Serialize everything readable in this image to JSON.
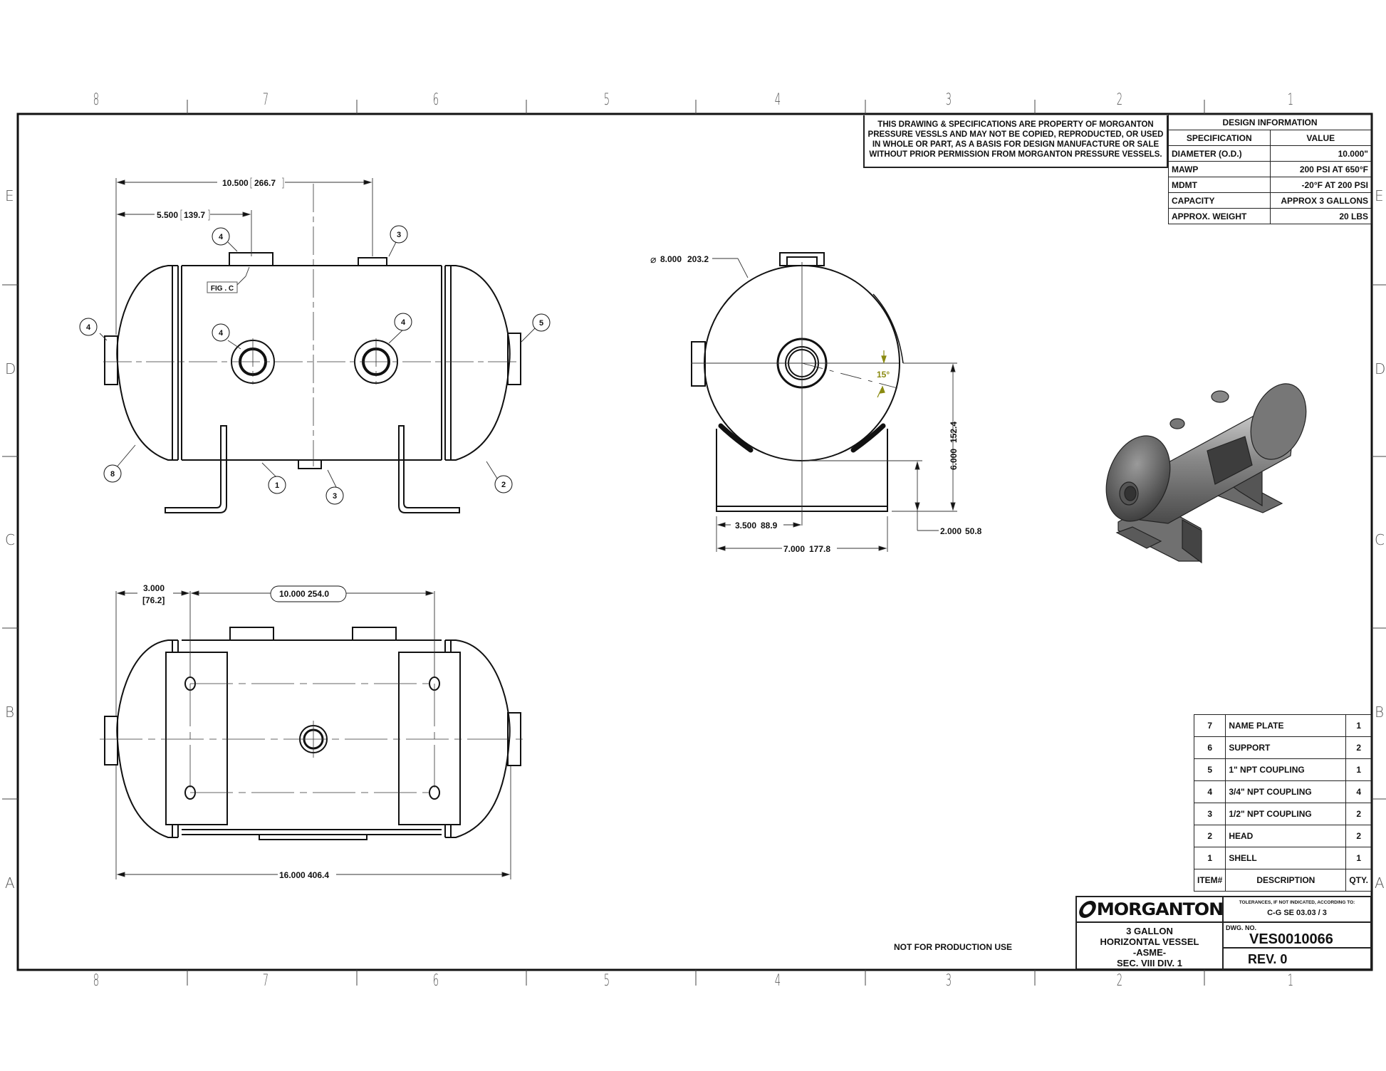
{
  "sheet": {
    "zones_top": [
      "8",
      "7",
      "6",
      "5",
      "4",
      "3",
      "2",
      "1"
    ],
    "zones_bottom": [
      "8",
      "7",
      "6",
      "5",
      "4",
      "3",
      "2",
      "1"
    ],
    "zones_left": [
      "E",
      "D",
      "C",
      "B",
      "A"
    ],
    "zones_right": [
      "E",
      "D",
      "C",
      "B",
      "A"
    ]
  },
  "notice": {
    "text": "THIS DRAWING & SPECIFICATIONS ARE PROPERTY OF MORGANTON PRESSURE VESSLS AND MAY NOT BE COPIED, REPRODUCTED,  OR USED IN WHOLE OR PART, AS A BASIS FOR DESIGN MANUFACTURE OR SALE WITHOUT PRIOR PERMISSION FROM MORGANTON PRESSURE VESSELS."
  },
  "design_info": {
    "title": "DESIGN INFORMATION",
    "headers": [
      "SPECIFICATION",
      "VALUE"
    ],
    "rows": [
      {
        "spec": "DIAMETER (O.D.)",
        "value": "10.000\""
      },
      {
        "spec": "MAWP",
        "value": "200 PSI AT 650°F"
      },
      {
        "spec": "MDMT",
        "value": "-20°F AT 200 PSI"
      },
      {
        "spec": "CAPACITY",
        "value": "APPROX 3 GALLONS"
      },
      {
        "spec": "APPROX. WEIGHT",
        "value": "20 LBS"
      }
    ]
  },
  "bom": {
    "headers": {
      "item": "ITEM#",
      "description": "DESCRIPTION",
      "qty": "QTY."
    },
    "rows": [
      {
        "item": "7",
        "description": "NAME PLATE",
        "qty": "1"
      },
      {
        "item": "6",
        "description": "SUPPORT",
        "qty": "2"
      },
      {
        "item": "5",
        "description": "1\" NPT COUPLING",
        "qty": "1"
      },
      {
        "item": "4",
        "description": "3/4\" NPT COUPLING",
        "qty": "4"
      },
      {
        "item": "3",
        "description": "1/2\" NPT COUPLING",
        "qty": "2"
      },
      {
        "item": "2",
        "description": "HEAD",
        "qty": "2"
      },
      {
        "item": "1",
        "description": "SHELL",
        "qty": "1"
      }
    ]
  },
  "title_block": {
    "logo": "MORGANTON",
    "tolerance_note": "TOLERANCES, IF NOT INDICATED, ACCORDING TO:",
    "tolerance_std": "C-G SE 03.03 / 3",
    "title_lines": [
      "3 GALLON",
      "HORIZONTAL VESSEL",
      "-ASME-",
      "SEC. VIII DIV. 1"
    ],
    "dwg_label": "DWG. NO.",
    "dwg_no": "VES0010066",
    "rev": "REV.  0"
  },
  "footer_note": "NOT FOR PRODUCTION USE",
  "front_view": {
    "dim_overall_coupling": "10.500",
    "dim_overall_coupling_mm": "266.7",
    "dim_first_coupling": "5.500",
    "dim_first_coupling_mm": "139.7",
    "fig_label": "FIG . C",
    "balloons": [
      "4",
      "3",
      "4",
      "4",
      "4",
      "5",
      "8",
      "1",
      "3",
      "2"
    ]
  },
  "side_view": {
    "diameter": "8.000",
    "diameter_mm": "203.2",
    "angle": "15°",
    "height": "6.000",
    "height_mm": "152.4",
    "base_height": "2.000",
    "base_height_mm": "50.8",
    "half_width": "3.500",
    "half_width_mm": "88.9",
    "width": "7.000",
    "width_mm": "177.8",
    "angle_color": "#8a8a10"
  },
  "top_view": {
    "dim_support_offset": "3.000",
    "dim_support_offset_mm": "[76.2]",
    "dim_support_span": "10.000",
    "dim_support_span_mm": "254.0",
    "dim_overall": "16.000",
    "dim_overall_mm": "406.4"
  }
}
